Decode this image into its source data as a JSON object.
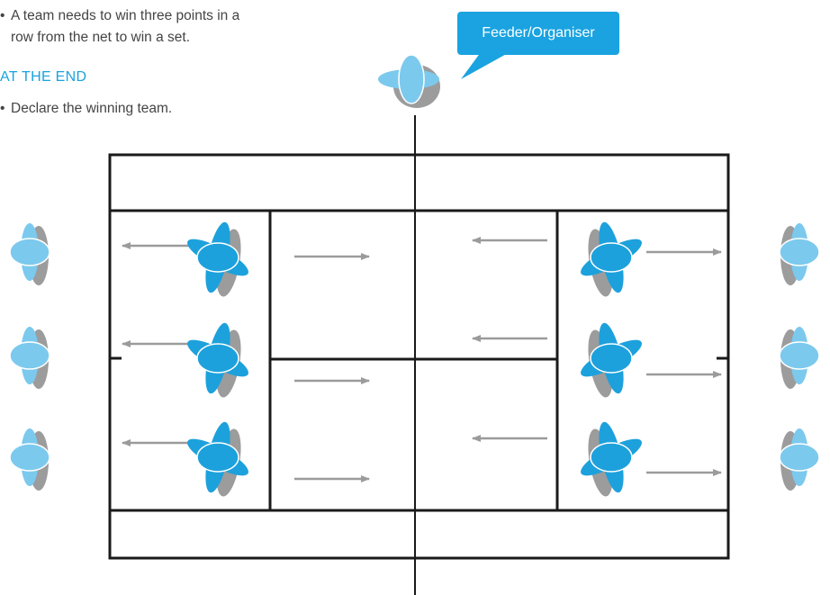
{
  "instructions": {
    "bullet_1_line_1": "A team needs to win three points in a",
    "bullet_1_line_2": "row from the net to win a set.",
    "heading": "AT THE END",
    "bullet_2": "Declare the winning team."
  },
  "callout": {
    "label": "Feeder/Organiser"
  },
  "colors": {
    "player_dark": "#1da1dc",
    "player_light": "#7cc9ee",
    "player_shadow": "#9c9c9c",
    "arrow": "#9b9b9b",
    "court_line": "#1a1a1a",
    "heading": "#1aa3e0"
  }
}
